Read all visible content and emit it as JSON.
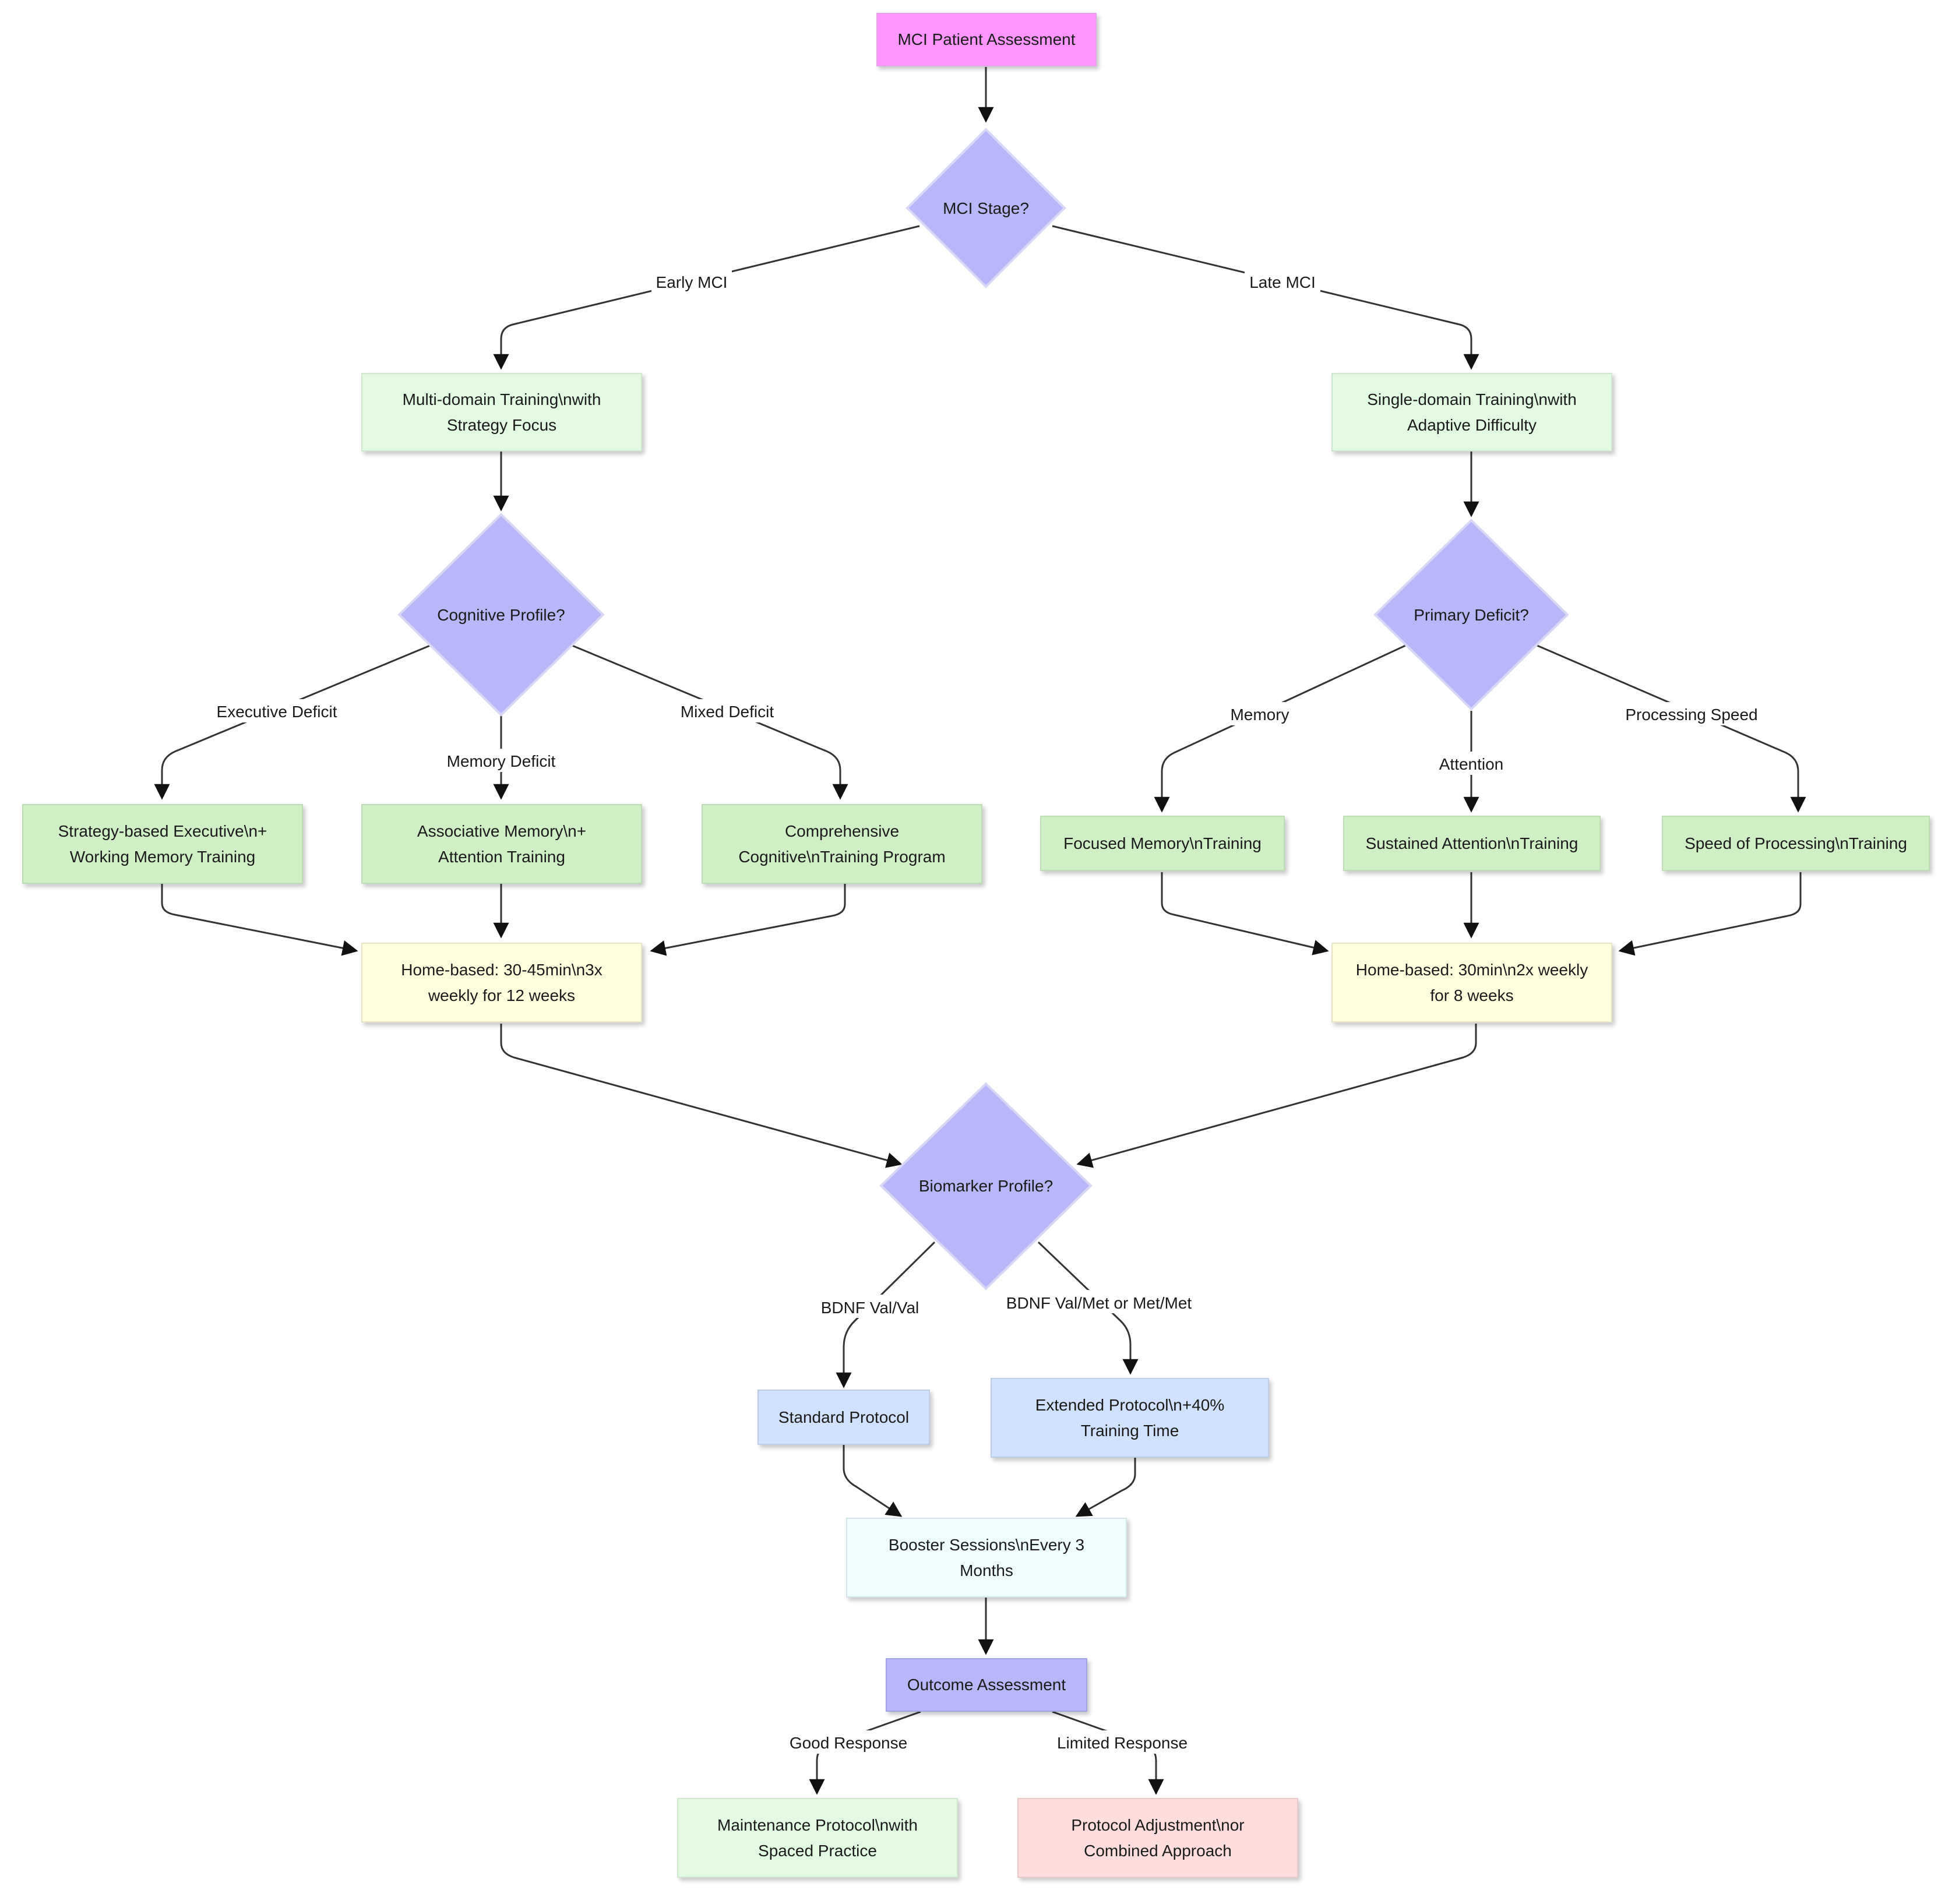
{
  "nodes": {
    "assessment": "MCI Patient Assessment",
    "stage": "MCI Stage?",
    "multi": "Multi-domain Training\\nwith\nStrategy Focus",
    "single": "Single-domain Training\\nwith\nAdaptive Difficulty",
    "cog_profile": "Cognitive Profile?",
    "primary_deficit": "Primary Deficit?",
    "strategy_exec": "Strategy-based Executive\\n+\nWorking Memory Training",
    "assoc_memory": "Associative Memory\\n+\nAttention Training",
    "comprehensive": "Comprehensive\nCognitive\\nTraining Program",
    "focused_memory": "Focused Memory\\nTraining",
    "sustained_attention": "Sustained Attention\\nTraining",
    "speed_processing": "Speed of Processing\\nTraining",
    "home_early": "Home-based: 30-45min\\n3x\nweekly for 12 weeks",
    "home_late": "Home-based: 30min\\n2x weekly\nfor 8 weeks",
    "biomarker": "Biomarker Profile?",
    "standard": "Standard Protocol",
    "extended": "Extended Protocol\\n+40%\nTraining Time",
    "booster": "Booster Sessions\\nEvery 3\nMonths",
    "outcome": "Outcome Assessment",
    "maintenance": "Maintenance Protocol\\nwith\nSpaced Practice",
    "adjustment": "Protocol Adjustment\\nor\nCombined Approach"
  },
  "edge_labels": {
    "early_mci": "Early MCI",
    "late_mci": "Late MCI",
    "executive_deficit": "Executive Deficit",
    "memory_deficit": "Memory Deficit",
    "mixed_deficit": "Mixed Deficit",
    "memory": "Memory",
    "attention": "Attention",
    "processing_speed": "Processing Speed",
    "bdnf_valval": "BDNF Val/Val",
    "bdnf_valmet": "BDNF Val/Met or Met/Met",
    "good_response": "Good Response",
    "limited_response": "Limited Response"
  },
  "colors": {
    "start": "#ff96ff",
    "decision": "#b7b7fa",
    "training_light": "#e1fae1",
    "training_mid": "#cfefc4",
    "schedule": "#ffffdd",
    "protocol": "#d0e2ff",
    "booster": "#effdff",
    "adjustment": "#ffdddd"
  }
}
